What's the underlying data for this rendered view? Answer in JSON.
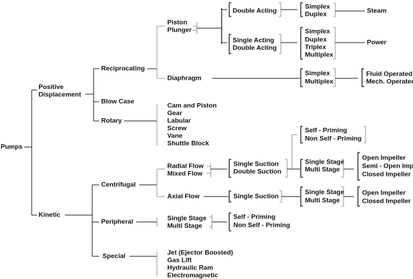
{
  "root": "Pumps",
  "positive_displacement": {
    "label": [
      "Positive",
      "Displacement"
    ],
    "reciprocating": {
      "label": "Reciprocating",
      "piston": [
        "Piston",
        "Plunger"
      ],
      "double_acting": "Double Acting",
      "da_types": [
        "Simplex",
        "Duplex"
      ],
      "steam": "Steam",
      "single_double": [
        "Single Acting",
        "Double Acting"
      ],
      "sa_types": [
        "Simplex",
        "Duplex",
        "Triplex",
        "Multiplex"
      ],
      "power": "Power",
      "diaphragm": "Diaphragm",
      "dia_types": [
        "Simplex",
        "Multiplex"
      ],
      "dia_ops": [
        "Fluid Operated",
        "Mech. Operated"
      ]
    },
    "blow_case": "Blow Case",
    "rotary": {
      "label": "Rotary",
      "types": [
        "Cam and Piston",
        "Gear",
        "Labular",
        "Screw",
        "Vane",
        "Shuttle Block"
      ]
    }
  },
  "kinetic": {
    "label": "Kinetic",
    "centrifugal": {
      "label": "Centrifugal",
      "radial_mixed": [
        "Radial Flow",
        "Mixed Flow"
      ],
      "suction": [
        "Single Suction",
        "Double Suction"
      ],
      "priming": [
        "Self - Priming",
        "Non Self - Priming"
      ],
      "stages": [
        "Single Stage",
        "Multi Stage"
      ],
      "impellers": [
        "Open Impeller",
        "Semi - Open Impeller",
        "Closed Impeller"
      ],
      "axial_flow": "Axial Flow",
      "axial_suction": "Single Suction",
      "axial_stages": [
        "Single Stage",
        "Multi Stage"
      ],
      "axial_impellers": [
        "Open Impeller",
        "Closed Impeller"
      ]
    },
    "peripheral": {
      "label": "Peripheral",
      "stages": [
        "Single Stage",
        "Multi Stage"
      ],
      "priming": [
        "Self - Priming",
        "Non Self - Priming"
      ]
    },
    "special": {
      "label": "Special",
      "types": [
        "Jet (Ejector Boosted)",
        "Gas Lift",
        "Hydraulic Ram",
        "Electromagnetic"
      ]
    }
  }
}
